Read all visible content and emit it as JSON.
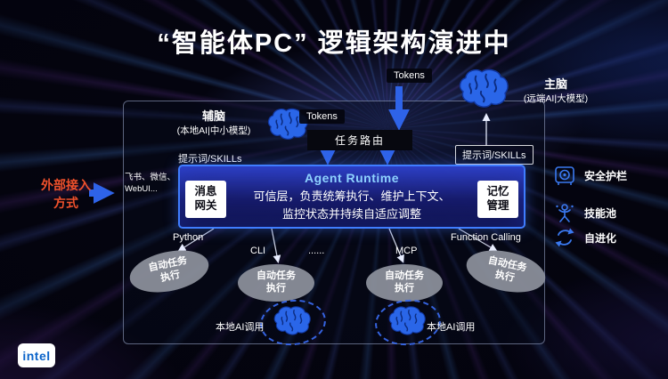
{
  "title": "“智能体PC” 逻辑架构演进中",
  "top": {
    "tokens_label": "Tokens",
    "main_brain_line1": "主脑",
    "main_brain_line2": "(远端AI|大模型)"
  },
  "panel": {
    "aux_brain_line1": "辅脑",
    "aux_brain_line2": "(本地AI|中小模型)",
    "tokens_label": "Tokens",
    "task_router": "任务路由",
    "prompt_skills_left": "提示词/SKILLs",
    "prompt_skills_right": "提示词/SKILLs",
    "channels": "飞书、微信、WebUI...",
    "runtime": {
      "title": "Agent Runtime",
      "desc_line1": "可信层，负责统筹执行、维护上下文、",
      "desc_line2": "监控状态并持续自适应调整",
      "gateway_line1": "消息",
      "gateway_line2": "网关",
      "memory_line1": "记忆",
      "memory_line2": "管理"
    },
    "connectors": {
      "python": "Python",
      "cli": "CLI",
      "dots": "......",
      "mcp": "MCP",
      "function_calling": "Function Calling"
    },
    "tasks": [
      {
        "line1": "自动任务",
        "line2": "执行"
      },
      {
        "line1": "自动任务",
        "line2": "执行"
      },
      {
        "line1": "自动任务",
        "line2": "执行"
      },
      {
        "line1": "自动任务",
        "line2": "执行"
      }
    ],
    "local_ai_label_1": "本地AI调用",
    "local_ai_label_2": "本地AI调用"
  },
  "left": {
    "external_line1": "外部接入",
    "external_line2": "方式"
  },
  "features": [
    {
      "label": "安全护栏",
      "icon": "safe-icon"
    },
    {
      "label": "技能池",
      "icon": "skills-icon"
    },
    {
      "label": "自进化",
      "icon": "self-evolve-icon"
    }
  ],
  "footer": {
    "brand": "intel"
  },
  "colors": {
    "accent_blue": "#2e63e8",
    "brain_blue": "#2a66e8",
    "orange": "#f0512c",
    "runtime_border": "#3f7dff"
  }
}
